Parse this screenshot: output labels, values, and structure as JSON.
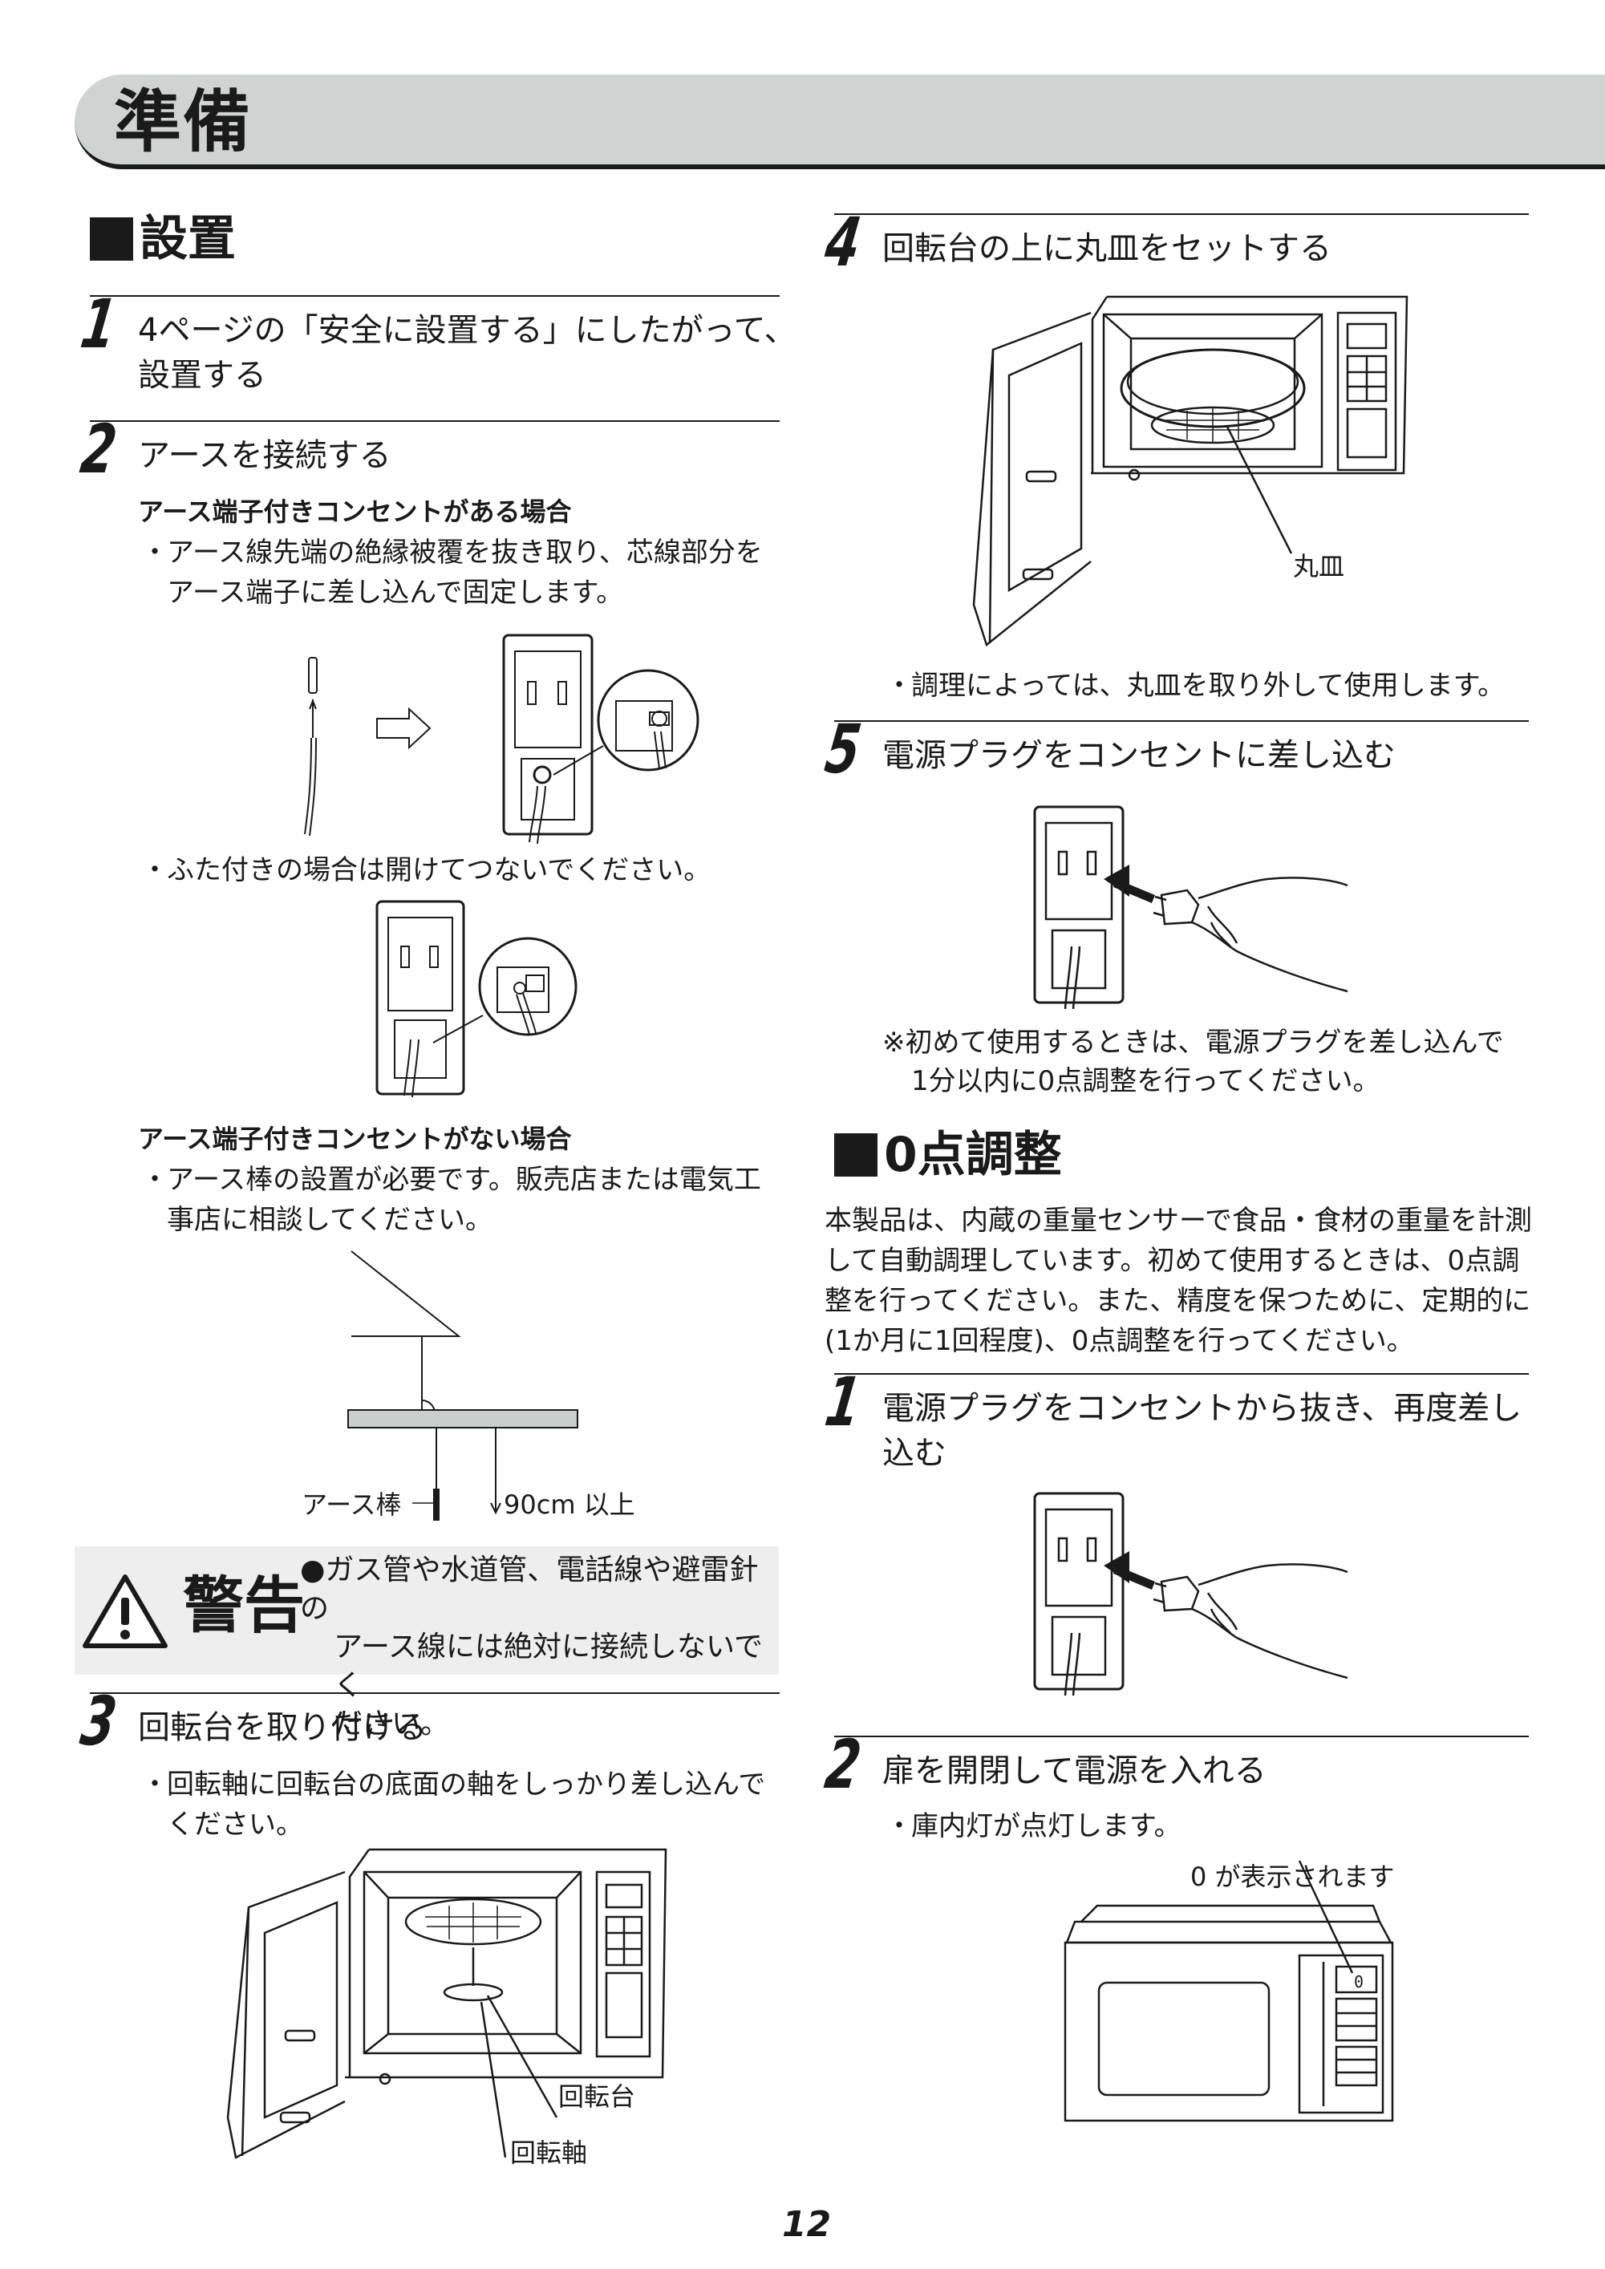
{
  "header": {
    "title": "準備"
  },
  "section_setup": {
    "title": "設置",
    "step1": {
      "num": "1",
      "text_line1": "4ページの「安全に設置する」にしたがって、",
      "text_line2": "設置する"
    },
    "step2": {
      "num": "2",
      "text": "アースを接続する",
      "with_terminal": {
        "heading": "アース端子付きコンセントがある場合",
        "bullet_line1": "アース線先端の絶縁被覆を抜き取り、芯線部分を",
        "bullet_line2": "アース端子に差し込んで固定します。",
        "bullet2": "ふた付きの場合は開けてつないでください。"
      },
      "without_terminal": {
        "heading": "アース端子付きコンセントがない場合",
        "bullet_line1": "アース棒の設置が必要です。販売店または電気工",
        "bullet_line2": "事店に相談してください。",
        "label_rod": "アース棒",
        "label_depth": "90cm 以上"
      }
    },
    "warning": {
      "word": "警告",
      "line1": "●ガス管や水道管、電話線や避雷針の",
      "line2": "アース線には絶対に接続しないでく",
      "line3": "ださい。"
    },
    "step3": {
      "num": "3",
      "text": "回転台を取り付ける",
      "bullet_line1": "回転軸に回転台の底面の軸をしっかり差し込んで",
      "bullet_line2": "ください。",
      "label_table": "回転台",
      "label_shaft": "回転軸"
    },
    "step4": {
      "num": "4",
      "text": "回転台の上に丸皿をセットする",
      "label_plate": "丸皿",
      "bullet": "調理によっては、丸皿を取り外して使用します。"
    },
    "step5": {
      "num": "5",
      "text": "電源プラグをコンセントに差し込む",
      "note_line1": "※初めて使用するときは、電源プラグを差し込んで",
      "note_line2": "1分以内に0点調整を行ってください。"
    }
  },
  "section_zero": {
    "title": "0点調整",
    "intro_line1": "本製品は、内蔵の重量センサーで食品・食材の重量を計測",
    "intro_line2": "して自動調理しています。初めて使用するときは、0点調",
    "intro_line3": "整を行ってください。また、精度を保つために、定期的に",
    "intro_line4": "(1か月に1回程度)、0点調整を行ってください。",
    "step1": {
      "num": "1",
      "text_line1": "電源プラグをコンセントから抜き、再度差し",
      "text_line2": "込む"
    },
    "step2": {
      "num": "2",
      "text": "扉を開閉して電源を入れる",
      "bullet": "庫内灯が点灯します。",
      "label_display": "0 が表示されます",
      "display_value": "0"
    }
  },
  "footer": {
    "page_number": "12"
  }
}
